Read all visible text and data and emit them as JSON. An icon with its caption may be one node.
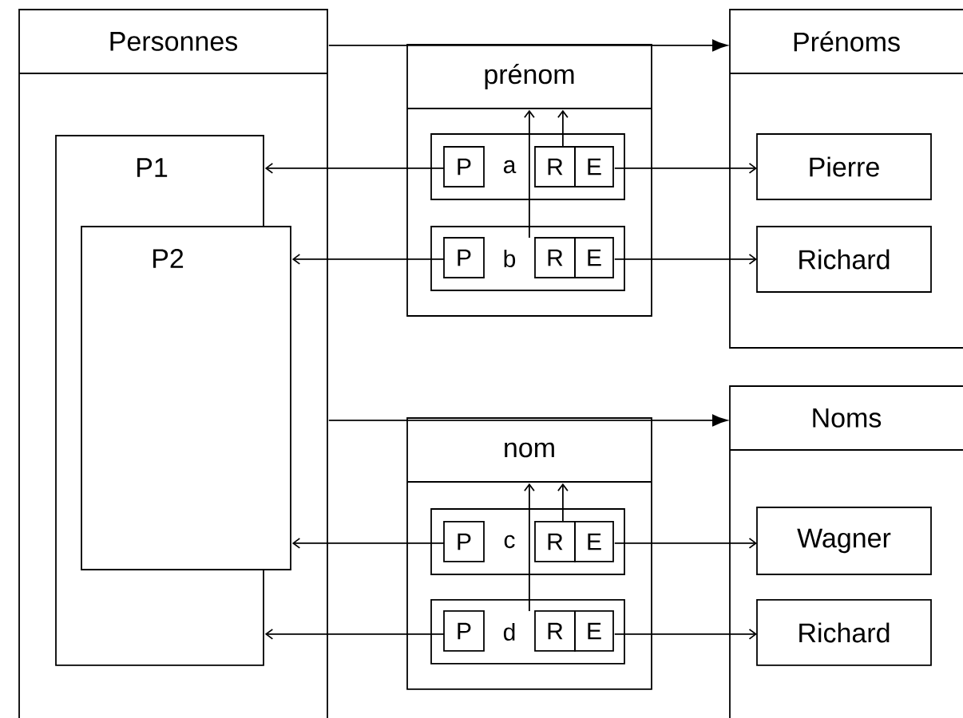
{
  "diagram": {
    "nodes": [
      {
        "text": [
          "Personnes"
        ]
      },
      {
        "text": [
          "P1"
        ],
        "in": 0
      },
      {
        "text": [
          "P2"
        ],
        "in": 0
      },
      {
        "text": [],
        "shape": "box"
      },
      {
        "text": [
          "prénom"
        ],
        "in": 3
      },
      {
        "text": [
          "a"
        ],
        "in": 3
      },
      {
        "text": [
          "P"
        ],
        "in": 5
      },
      {
        "text": [
          "R"
        ],
        "in": 5
      },
      {
        "text": [
          "E"
        ],
        "in": 5
      },
      {
        "text": [
          "b"
        ],
        "in": 3
      },
      {
        "text": [
          "P"
        ],
        "in": 9
      },
      {
        "text": [
          "R"
        ],
        "in": 9
      },
      {
        "text": [
          "E"
        ],
        "in": 9
      },
      {
        "text": [
          "Prénoms"
        ]
      },
      {
        "text": [
          "Pierre"
        ],
        "in": 13
      },
      {
        "text": [
          "Richard"
        ],
        "in": 13
      },
      {
        "text": [],
        "shape": "box"
      },
      {
        "text": [
          "nom"
        ],
        "in": 16
      },
      {
        "text": [
          "c"
        ],
        "in": 16
      },
      {
        "text": [
          "P"
        ],
        "in": 18
      },
      {
        "text": [
          "R"
        ],
        "in": 18
      },
      {
        "text": [
          "E"
        ],
        "in": 18
      },
      {
        "text": [
          "d"
        ],
        "in": 16
      },
      {
        "text": [
          "P"
        ],
        "in": 22
      },
      {
        "text": [
          "R"
        ],
        "in": 22
      },
      {
        "text": [
          "E"
        ],
        "in": 22
      },
      {
        "text": [
          "Noms"
        ]
      },
      {
        "text": [
          "Wagner"
        ],
        "in": 26
      },
      {
        "text": [
          "Richard"
        ],
        "in": 26
      }
    ],
    "edges": [
      {
        "from": 0,
        "to": 13,
        "arrow": "to"
      },
      {
        "from": 6,
        "to": 1,
        "arrow": "to"
      },
      {
        "from": 8,
        "to": 14,
        "arrow": "to"
      },
      {
        "from": 7,
        "to": 4,
        "arrow": "to"
      },
      {
        "from": 10,
        "to": 2,
        "arrow": "to"
      },
      {
        "from": 12,
        "to": 15,
        "arrow": "to"
      },
      {
        "from": 11,
        "to": 4,
        "arrow": "to"
      },
      {
        "from": 0,
        "to": 26,
        "arrow": "to"
      },
      {
        "from": 19,
        "to": 2,
        "arrow": "to"
      },
      {
        "from": 21,
        "to": 27,
        "arrow": "to"
      },
      {
        "from": 20,
        "to": 17,
        "arrow": "to"
      },
      {
        "from": 23,
        "to": 1,
        "arrow": "to"
      },
      {
        "from": 25,
        "to": 28,
        "arrow": "to"
      },
      {
        "from": 24,
        "to": 17,
        "arrow": "to"
      }
    ]
  }
}
